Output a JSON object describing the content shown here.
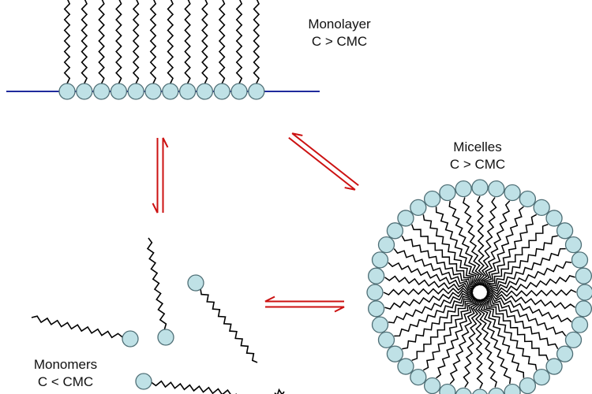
{
  "labels": {
    "monolayer": {
      "title": "Monolayer",
      "condition": "C > CMC"
    },
    "micelles": {
      "title": "Micelles",
      "condition": "C > CMC"
    },
    "monomers": {
      "title": "Monomers",
      "condition": "C < CMC"
    }
  },
  "colors": {
    "head_fill": "#bfe1e6",
    "head_stroke": "#4f6f76",
    "tail": "#000000",
    "interface_line": "#1f2a9c",
    "equilibrium_arrow": "#cc1111"
  },
  "structure": {
    "monolayer_molecule_count": 12,
    "micelle_molecule_count": 40,
    "monomer_count": 6
  }
}
